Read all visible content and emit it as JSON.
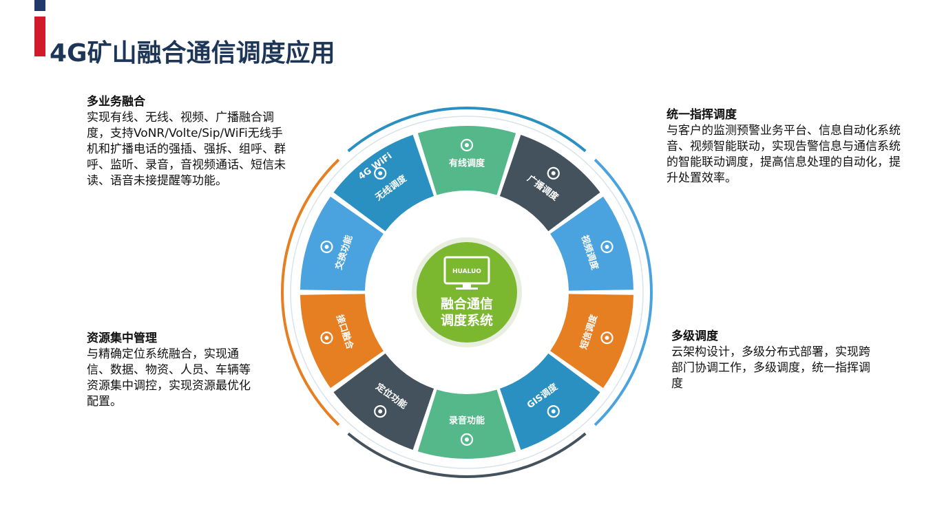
{
  "title": "4G矿山融合通信调度应用",
  "blocks": {
    "multi_business": {
      "heading": "多业务融合",
      "body": "实现有线、无线、视频、广播融合调度，支持VoNR/Volte/Sip/WiFi无线手机和扩播电话的强插、强拆、组呼、群呼、监听、录音，音视频通话、短信未读、语音未接提醒等功能。"
    },
    "unified_command": {
      "heading": "统一指挥调度",
      "body": "与客户的监测预警业务平台、信息自动化系统音、视频智能联动，实现告警信息与通信系统的智能联动调度，提高信息处理的自动化，提升处置效率。"
    },
    "resource_management": {
      "heading": "资源集中管理",
      "body": "与精确定位系统融合，实现通信、数据、物资、人员、车辆等资源集中调控，实现资源最优化配置。"
    },
    "multi_level": {
      "heading": "多级调度",
      "body": "云架构设计，多级分布式部署，实现跨部门协调工作，多级调度，统一指挥调度"
    }
  },
  "center": {
    "screen_label": "HUALUO",
    "line1": "融合通信",
    "line2": "调度系统",
    "color": "#7cb82f"
  },
  "segments": [
    {
      "label": "有线调度",
      "color": "#55b88a",
      "icon": "telephone-icon"
    },
    {
      "label": "广播调度",
      "color": "#44525e",
      "icon": "speaker-icon"
    },
    {
      "label": "视频调度",
      "color": "#4aa3df",
      "icon": "camera-icon"
    },
    {
      "label": "短信调度",
      "color": "#e67e22",
      "icon": "envelope-icon"
    },
    {
      "label": "GIS调度",
      "color": "#2a8fc1",
      "icon": "gis-icon"
    },
    {
      "label": "录音功能",
      "color": "#55b88a",
      "icon": "microphone-icon"
    },
    {
      "label": "定位功能",
      "color": "#44525e",
      "icon": "location-icon"
    },
    {
      "label": "接口融合",
      "color": "#e67e22",
      "icon": "link-icon"
    },
    {
      "label": "交换功能",
      "color": "#4aa3df",
      "icon": "refresh-icon"
    },
    {
      "label": "无线调度",
      "color": "#2a8fc1",
      "icon": "wifi-icon",
      "badge": "4G WiFi"
    }
  ],
  "outer_ring_colors": [
    "#4aa3df",
    "#e67e22",
    "#44525e",
    "#2a8fc1"
  ]
}
